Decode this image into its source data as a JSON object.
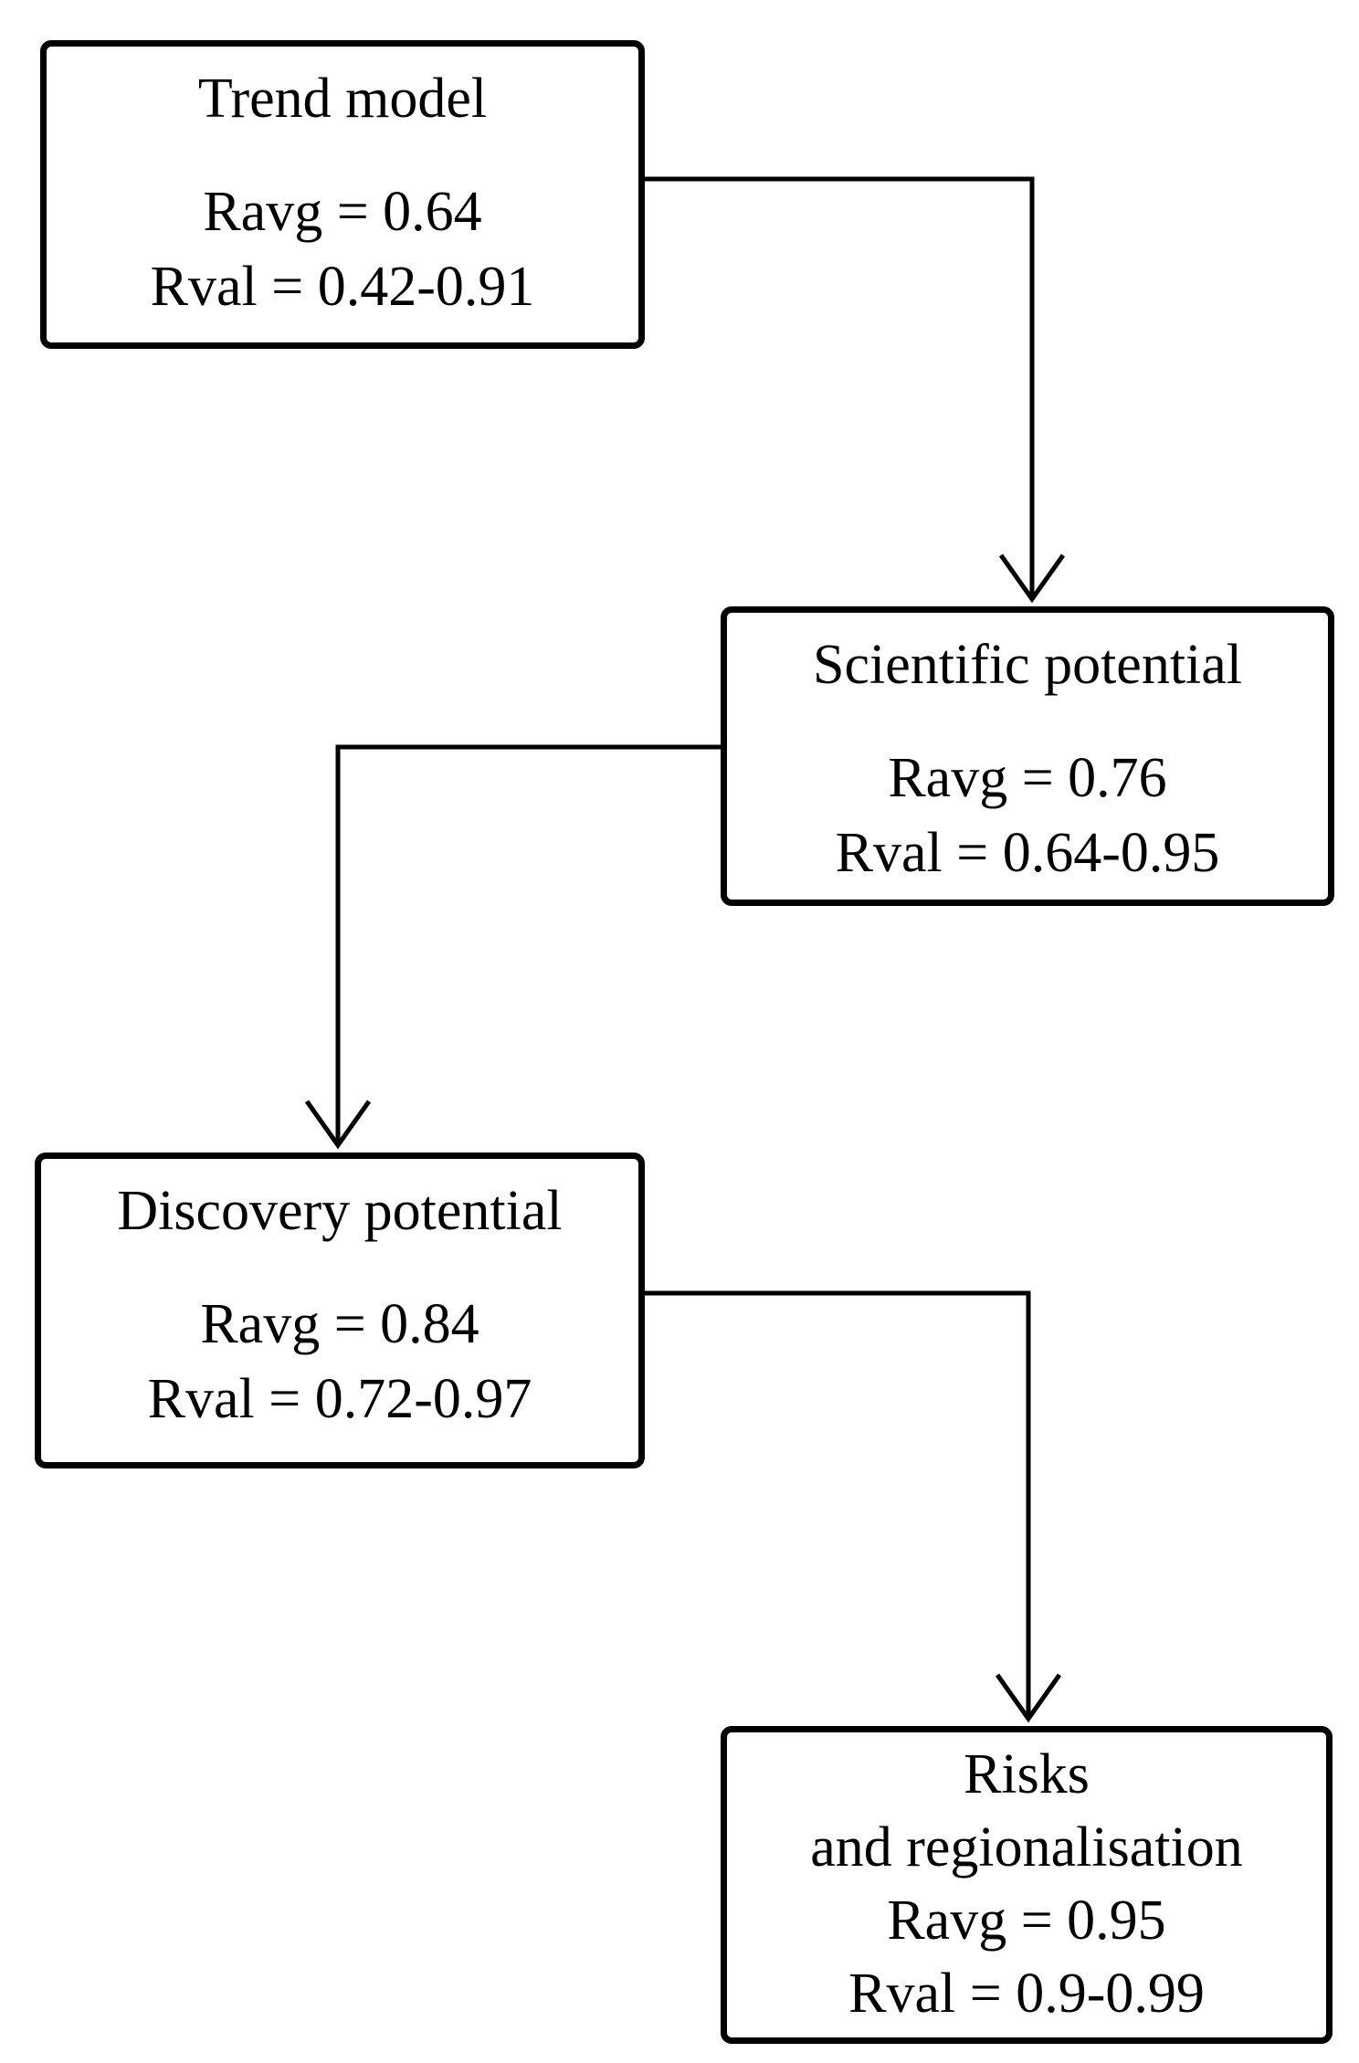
{
  "diagram": {
    "type": "flowchart",
    "colors": {
      "background": "#ffffff",
      "box_border": "#000000",
      "line": "#000000",
      "text": "#000000"
    },
    "nodes": {
      "trend": {
        "title": "Trend model",
        "ravg": "Ravg = 0.64",
        "rval": "Rval = 0.42-0.91"
      },
      "scientific": {
        "title": "Scientific potential",
        "ravg": "Ravg = 0.76",
        "rval": "Rval = 0.64-0.95"
      },
      "discovery": {
        "title": "Discovery potential",
        "ravg": "Ravg = 0.84",
        "rval": "Rval = 0.72-0.97"
      },
      "risks": {
        "title": "Risks",
        "title2": "and regionalisation",
        "ravg": "Ravg = 0.95",
        "rval": "Rval = 0.9-0.99"
      }
    },
    "edges": [
      {
        "from": "Trend model",
        "to": "Scientific potential",
        "arrow": "down"
      },
      {
        "from": "Scientific potential",
        "to": "Discovery potential",
        "arrow": "down"
      },
      {
        "from": "Discovery potential",
        "to": "Risks and regionalisation",
        "arrow": "down"
      }
    ]
  }
}
